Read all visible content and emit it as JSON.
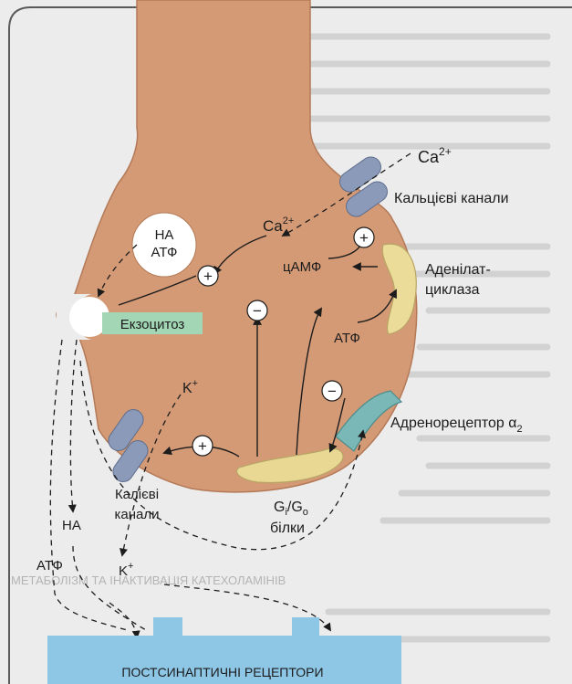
{
  "labels": {
    "ca_outside": "Ca",
    "ca_outside_sup": "2+",
    "calcium_channels": "Кальцієві канали",
    "vesicle_line1": "НА",
    "vesicle_line2": "АТФ",
    "ca_inside": "Ca",
    "ca_inside_sup": "2+",
    "camp": "цАМФ",
    "adenylate_line1": "Аденілат-",
    "adenylate_line2": "циклаза",
    "exocytosis": "Екзоцитоз",
    "atp_inside": "АТФ",
    "k_inside": "K",
    "k_inside_sup": "+",
    "adrenoreceptor": "Адренорецептор α",
    "adrenoreceptor_sub": "2",
    "potassium_line1": "Калієві",
    "potassium_line2": "канали",
    "g_proteins_line1": "G",
    "g_proteins_sub1": "i",
    "g_proteins_mid": "/G",
    "g_proteins_sub2": "o",
    "g_proteins_line2": "білки",
    "na_released": "НА",
    "atp_released": "АТФ",
    "k_released": "K",
    "k_released_sup": "+",
    "postsynaptic": "ПОСТСИНАПТИЧНІ РЕЦЕПТОРИ",
    "background_heading": "МЕТАБОЛІЗМ ТА ІНАКТИВАЦІЯ КАТЕХОЛАМІНІВ"
  },
  "signs": {
    "plus": "+",
    "minus": "−"
  },
  "colors": {
    "terminal_fill": "#d49a76",
    "terminal_stroke": "#b47a58",
    "channel_blue": "#8a9ab8",
    "adenylate_fill": "#ecdc9a",
    "g_protein_fill": "#e8d894",
    "receptor_fill": "#7ab8b8",
    "exocytosis_box": "#a3d6b4",
    "postsynaptic_blue": "#8ec6e6",
    "background": "#ececec",
    "frame": "#5a5a5a"
  }
}
